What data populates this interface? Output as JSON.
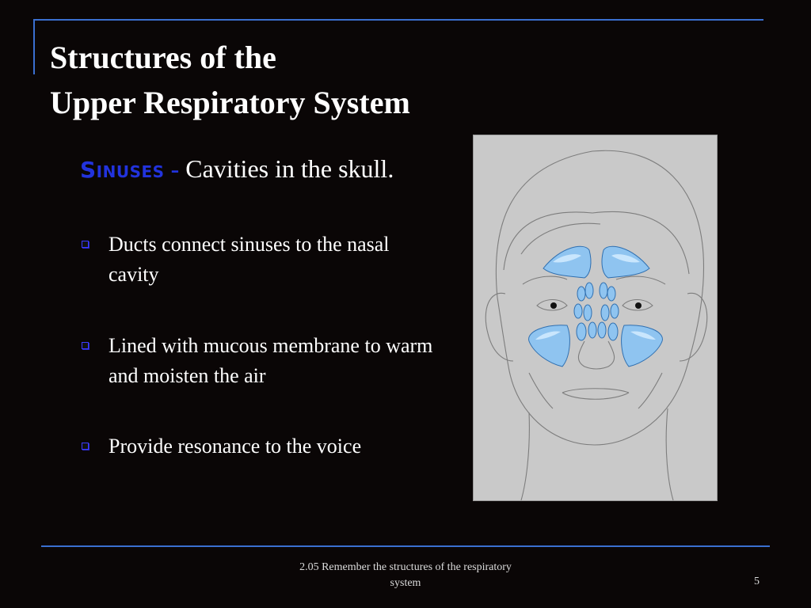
{
  "slide": {
    "title_line1": "Structures of the",
    "title_line2": "Upper Respiratory System",
    "term": "Sinuses",
    "dash": " - ",
    "definition": "Cavities in the skull.",
    "bullets": [
      "Ducts connect sinuses to the nasal cavity",
      "Lined with mucous membrane to warm and moisten the air",
      "Provide resonance to the voice"
    ],
    "footer": "2.05 Remember the structures of  the respiratory system",
    "page_number": "5"
  },
  "colors": {
    "background": "#0a0606",
    "rule": "#3a6fd0",
    "term": "#2233dd",
    "sinus_fill": "#8fc4f0"
  }
}
